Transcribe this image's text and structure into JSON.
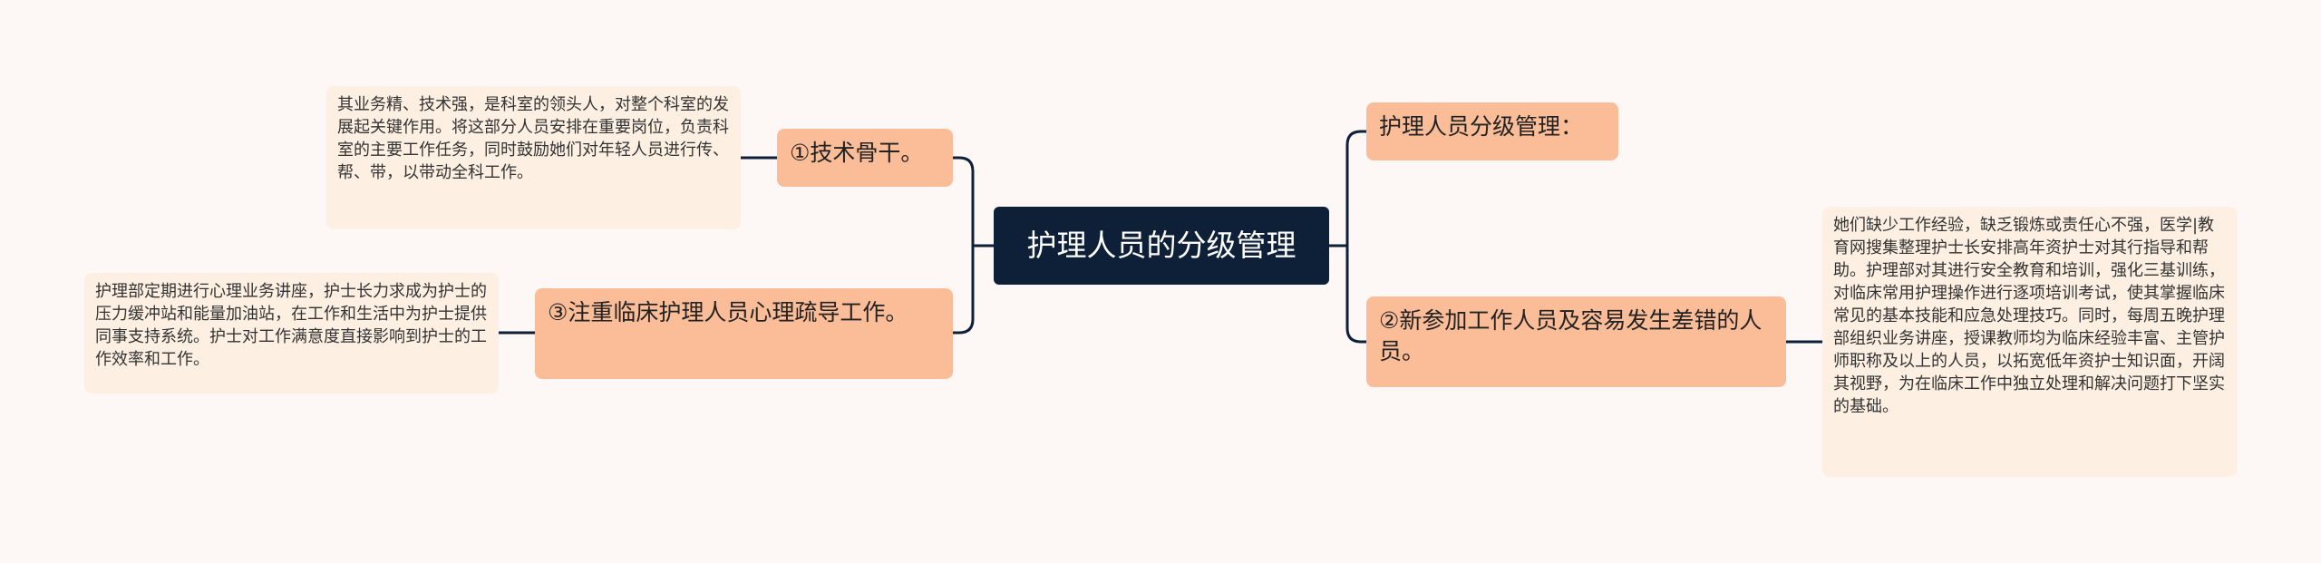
{
  "root": {
    "label": "护理人员的分级管理"
  },
  "branches": [
    {
      "label": "①技术骨干。"
    },
    {
      "label": "③注重临床护理人员心理疏导工作。"
    },
    {
      "label": "护理人员分级管理："
    },
    {
      "label": "②新参加工作人员及容易发生差错的人员。"
    }
  ],
  "leaves": [
    {
      "label": "其业务精、技术强，是科室的领头人，对整个科室的发展起关键作用。将这部分人员安排在重要岗位，负责科室的主要工作任务，同时鼓励她们对年轻人员进行传、帮、带，以带动全科工作。"
    },
    {
      "label": "护理部定期进行心理业务讲座，护士长力求成为护士的压力缓冲站和能量加油站，在工作和生活中为护士提供同事支持系统。护士对工作满意度直接影响到护士的工作效率和工作。"
    },
    {
      "label": "她们缺少工作经验，缺乏锻炼或责任心不强，医学|教育网搜集整理护士长安排高年资护士对其行指导和帮助。护理部对其进行安全教育和培训，强化三基训练，对临床常用护理操作进行逐项培训考试，使其掌握临床常见的基本技能和应急处理技巧。同时，每周五晚护理部组织业务讲座，授课教师均为临床经验丰富、主管护师职称及以上的人员，以拓宽低年资护士知识面，开阔其视野，为在临床工作中独立处理和解决问题打下坚实的基础。"
    }
  ],
  "colors": {
    "background": "#fdf8f6",
    "root_fill": "#0e1f38",
    "branch_fill": "#fbbc98",
    "leaf_fill": "#fdf0e2",
    "connector": "#0e1f38"
  }
}
